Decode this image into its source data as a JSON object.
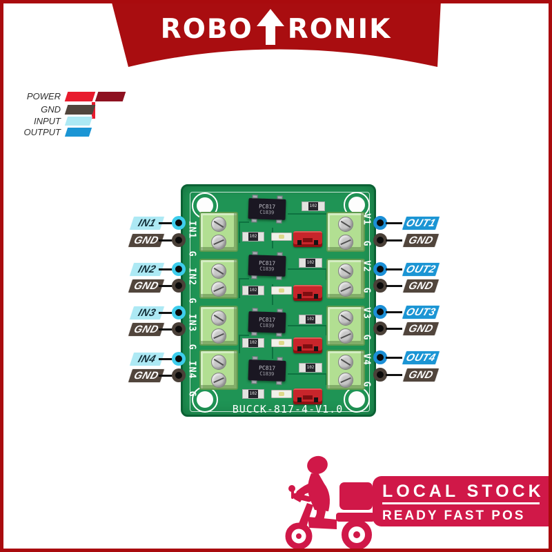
{
  "header": {
    "brand_left": "ROBO",
    "brand_right": "RONIK"
  },
  "legend": {
    "power_label": "POWER",
    "gnd_label": "GND",
    "input_label": "INPUT",
    "output_label": "OUTPUT"
  },
  "board": {
    "model": "BUCCK-817-4-V1.0",
    "chip_line1": "PC817",
    "chip_line2": "C1839",
    "smd_code": "102",
    "left_labels": {
      "ch1": "IN1",
      "ch2": "IN2",
      "ch3": "IN3",
      "ch4": "IN4",
      "gnd": "G"
    },
    "right_labels": {
      "ch1": "V1",
      "ch2": "V2",
      "ch3": "V3",
      "ch4": "V4",
      "gnd": "G"
    }
  },
  "callouts": {
    "in1": "IN1",
    "in2": "IN2",
    "in3": "IN3",
    "in4": "IN4",
    "out1": "OUT1",
    "out2": "OUT2",
    "out3": "OUT3",
    "out4": "OUT4",
    "gnd": "GND"
  },
  "footer": {
    "line1": "LOCAL STOCK",
    "line2": "READY FAST POS"
  },
  "colors": {
    "banner_red": "#a90d10",
    "promo_red": "#d01848",
    "power_red": "#e81b2d",
    "power_dark_red": "#8e1120",
    "gnd_gray": "#51453c",
    "input_cyan": "#ade9f4",
    "output_blue": "#1b95d4",
    "pcb_green": "#1f9455"
  }
}
